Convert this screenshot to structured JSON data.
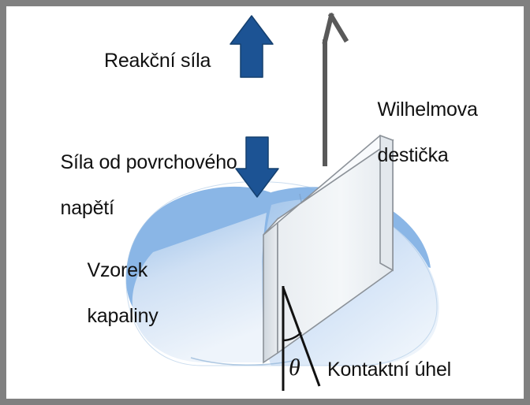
{
  "figure": {
    "title": "Wilhelmy plate method diagram",
    "language": "cs",
    "border_color": "#808080",
    "background_color": "#ffffff"
  },
  "labels": {
    "reaction_force": "Reakční síla",
    "surface_tension_force_line1": "Síla od povrchového",
    "surface_tension_force_line2": "napětí",
    "liquid_sample_line1": "Vzorek",
    "liquid_sample_line2": "kapaliny",
    "wilhelmy_plate_line1": "Wilhelmova",
    "wilhelmy_plate_line2": "destička",
    "contact_angle": "Kontaktní úhel",
    "theta_symbol": "θ"
  },
  "colors": {
    "arrow_blue": "#1c5394",
    "arrow_blue_edge": "#15406f",
    "liquid_blue": "#8ab6e6",
    "liquid_blue_dark": "#79a9de",
    "liquid_blue_light": "#dce9f7",
    "plate_face": "#eef1f4",
    "plate_top": "#f7f9fb",
    "plate_side": "#d9dfe5",
    "plate_outline": "#8c9299",
    "hook_gray": "#595959",
    "text_black": "#111111",
    "frame_gray": "#808080"
  },
  "elements": {
    "reaction_arrow_direction": "up",
    "surface_tension_arrow_direction": "down",
    "hook_shape": "bent-wire-hook",
    "plate_shape": "3d-rectangular-slab",
    "liquid_shape": "rounded-blob-with-meniscus"
  }
}
